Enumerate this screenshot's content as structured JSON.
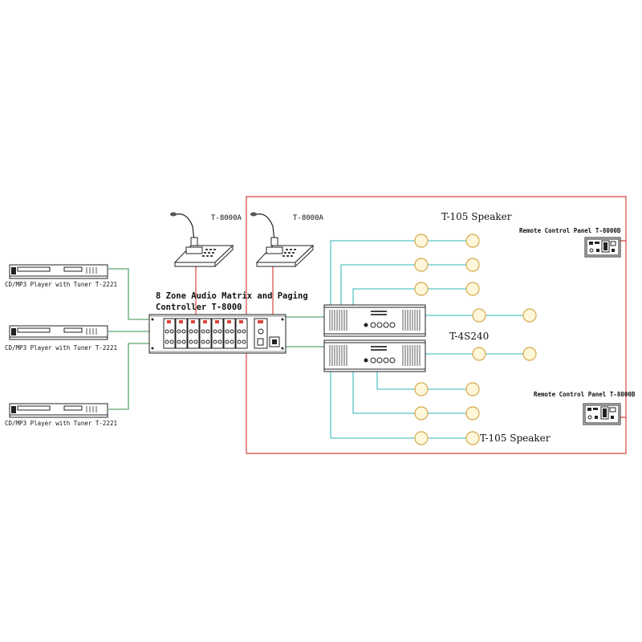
{
  "players": {
    "label": "CD/MP3 Player with Tuner  T-2221"
  },
  "microphones": {
    "label": "T-8000A"
  },
  "matrix": {
    "title_line1": "8 Zone Audio Matrix and Paging",
    "title_line2": "Controller T-8000"
  },
  "amplifier": {
    "label": "T-4S240"
  },
  "speakers": {
    "label_top": "T-105 Speaker",
    "label_bottom": "T-105 Speaker"
  },
  "remote_panels": {
    "label": "Remote Control Panel T-8000B"
  },
  "colors": {
    "speaker_fill": "#fff7d9",
    "speaker_stroke": "#d4a94a",
    "speaker_wire": "#58c6c6",
    "audio_wire": "#5aa66e",
    "control_wire": "#d8453f"
  }
}
